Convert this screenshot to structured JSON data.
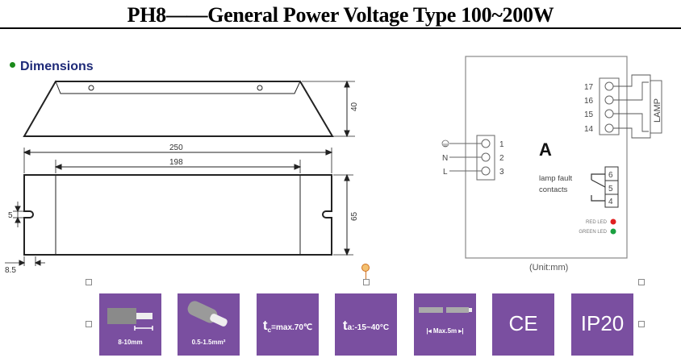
{
  "title": "PH8——General Power Voltage Type 100~200W",
  "section": {
    "heading": "Dimensions"
  },
  "side_view": {
    "height_label": "40"
  },
  "top_view": {
    "length_label": "250",
    "mount_spacing_label": "198",
    "width_label": "65",
    "slot_label": "5",
    "edge_offset_label": "8.5"
  },
  "wiring": {
    "model_letter": "A",
    "input_terminals": [
      {
        "wire": "earth",
        "number": "1"
      },
      {
        "wire": "N",
        "number": "2"
      },
      {
        "wire": "L",
        "number": "3"
      }
    ],
    "output_terminals": [
      "17",
      "16",
      "15",
      "14"
    ],
    "lamp_label": "LAMP",
    "fault_label_line1": "lamp fault",
    "fault_label_line2": "contacts",
    "fault_terminals": [
      "6",
      "5",
      "4"
    ],
    "red_led_label": "RED LED",
    "green_led_label": "GREEN LED",
    "red_led_color": "#e02020",
    "green_led_color": "#1aa040",
    "unit_note": "(Unit:mm)"
  },
  "spec_tiles": [
    {
      "name": "strip-length",
      "label": "8-10mm"
    },
    {
      "name": "wire-gauge",
      "label": "0.5-1.5mm²"
    },
    {
      "name": "case-temp",
      "symbol": "t",
      "sub": "c",
      "label": "=max.70℃"
    },
    {
      "name": "ambient-temp",
      "symbol": "t",
      "sub": "a",
      "label": ":-15~40°C"
    },
    {
      "name": "cable-length",
      "label": "Max.5m"
    },
    {
      "name": "ce-mark",
      "label": "CE"
    },
    {
      "name": "ip-rating",
      "label": "IP20"
    }
  ],
  "colors": {
    "tile_purple": "#7a4fa0",
    "heading_navy": "#1e2a78",
    "bullet_green": "#1a8a1a"
  }
}
